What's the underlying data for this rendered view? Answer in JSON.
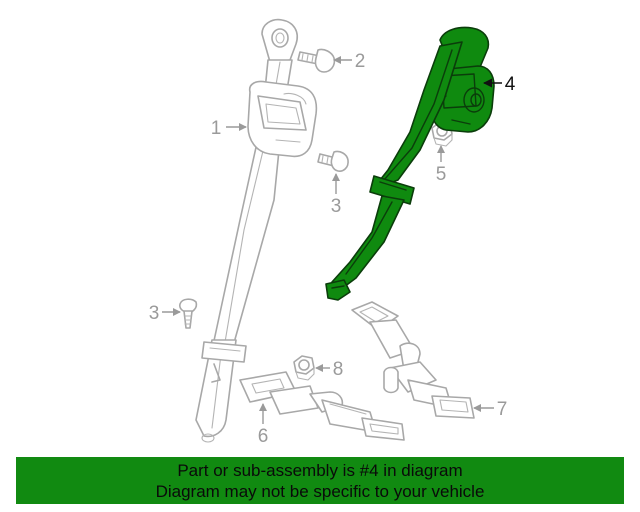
{
  "diagram": {
    "callouts": [
      "1",
      "2",
      "3",
      "3",
      "4",
      "5",
      "6",
      "7",
      "8"
    ],
    "highlighted_part": "4"
  },
  "footer": {
    "line1": "Part or sub-assembly is #4 in diagram",
    "line2": "Diagram may not be specific to your vehicle"
  },
  "colors": {
    "highlight": "#0f8a0f",
    "banner": "#118a11",
    "outline": "#a8a8a8"
  }
}
